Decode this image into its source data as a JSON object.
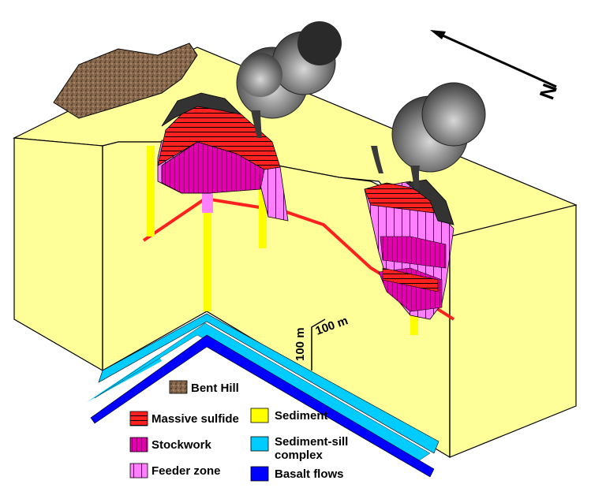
{
  "diagram": {
    "north_label": "N",
    "scale": {
      "vertical": "100 m",
      "horizontal": "100 m"
    },
    "legend": [
      {
        "key": "bent-hill",
        "label": "Bent Hill",
        "swatch": "bent-hill",
        "color": "#8a6a4e"
      },
      {
        "key": "massive-sulfide",
        "label": "Massive sulfide",
        "swatch": "massive-sulfide",
        "color": "#ff2020"
      },
      {
        "key": "stockwork",
        "label": "Stockwork",
        "swatch": "stockwork",
        "color": "#e000b0"
      },
      {
        "key": "feeder-zone",
        "label": "Feeder  zone",
        "swatch": "feeder-zone",
        "color": "#ff80ff"
      },
      {
        "key": "sediment",
        "label": "Sediment",
        "swatch": "sediment",
        "color": "#ffff00"
      },
      {
        "key": "sediment-sill-complex",
        "label": [
          "Sediment-sill",
          "complex"
        ],
        "swatch": "sill",
        "color": "#00ccff"
      },
      {
        "key": "basalt-flows",
        "label": "Basalt flows",
        "swatch": "basalt",
        "color": "#0000ff"
      }
    ],
    "colors": {
      "block": "#ffff99",
      "sediment": "#ffff00",
      "massive_sulfide": "#ff2020",
      "stockwork": "#e000b0",
      "feeder_zone": "#ff80ff",
      "sill": "#00ccff",
      "basalt": "#0000ff",
      "bent_hill": "#8a6a4e",
      "chimney_smoke": "#5a5a5a"
    }
  }
}
